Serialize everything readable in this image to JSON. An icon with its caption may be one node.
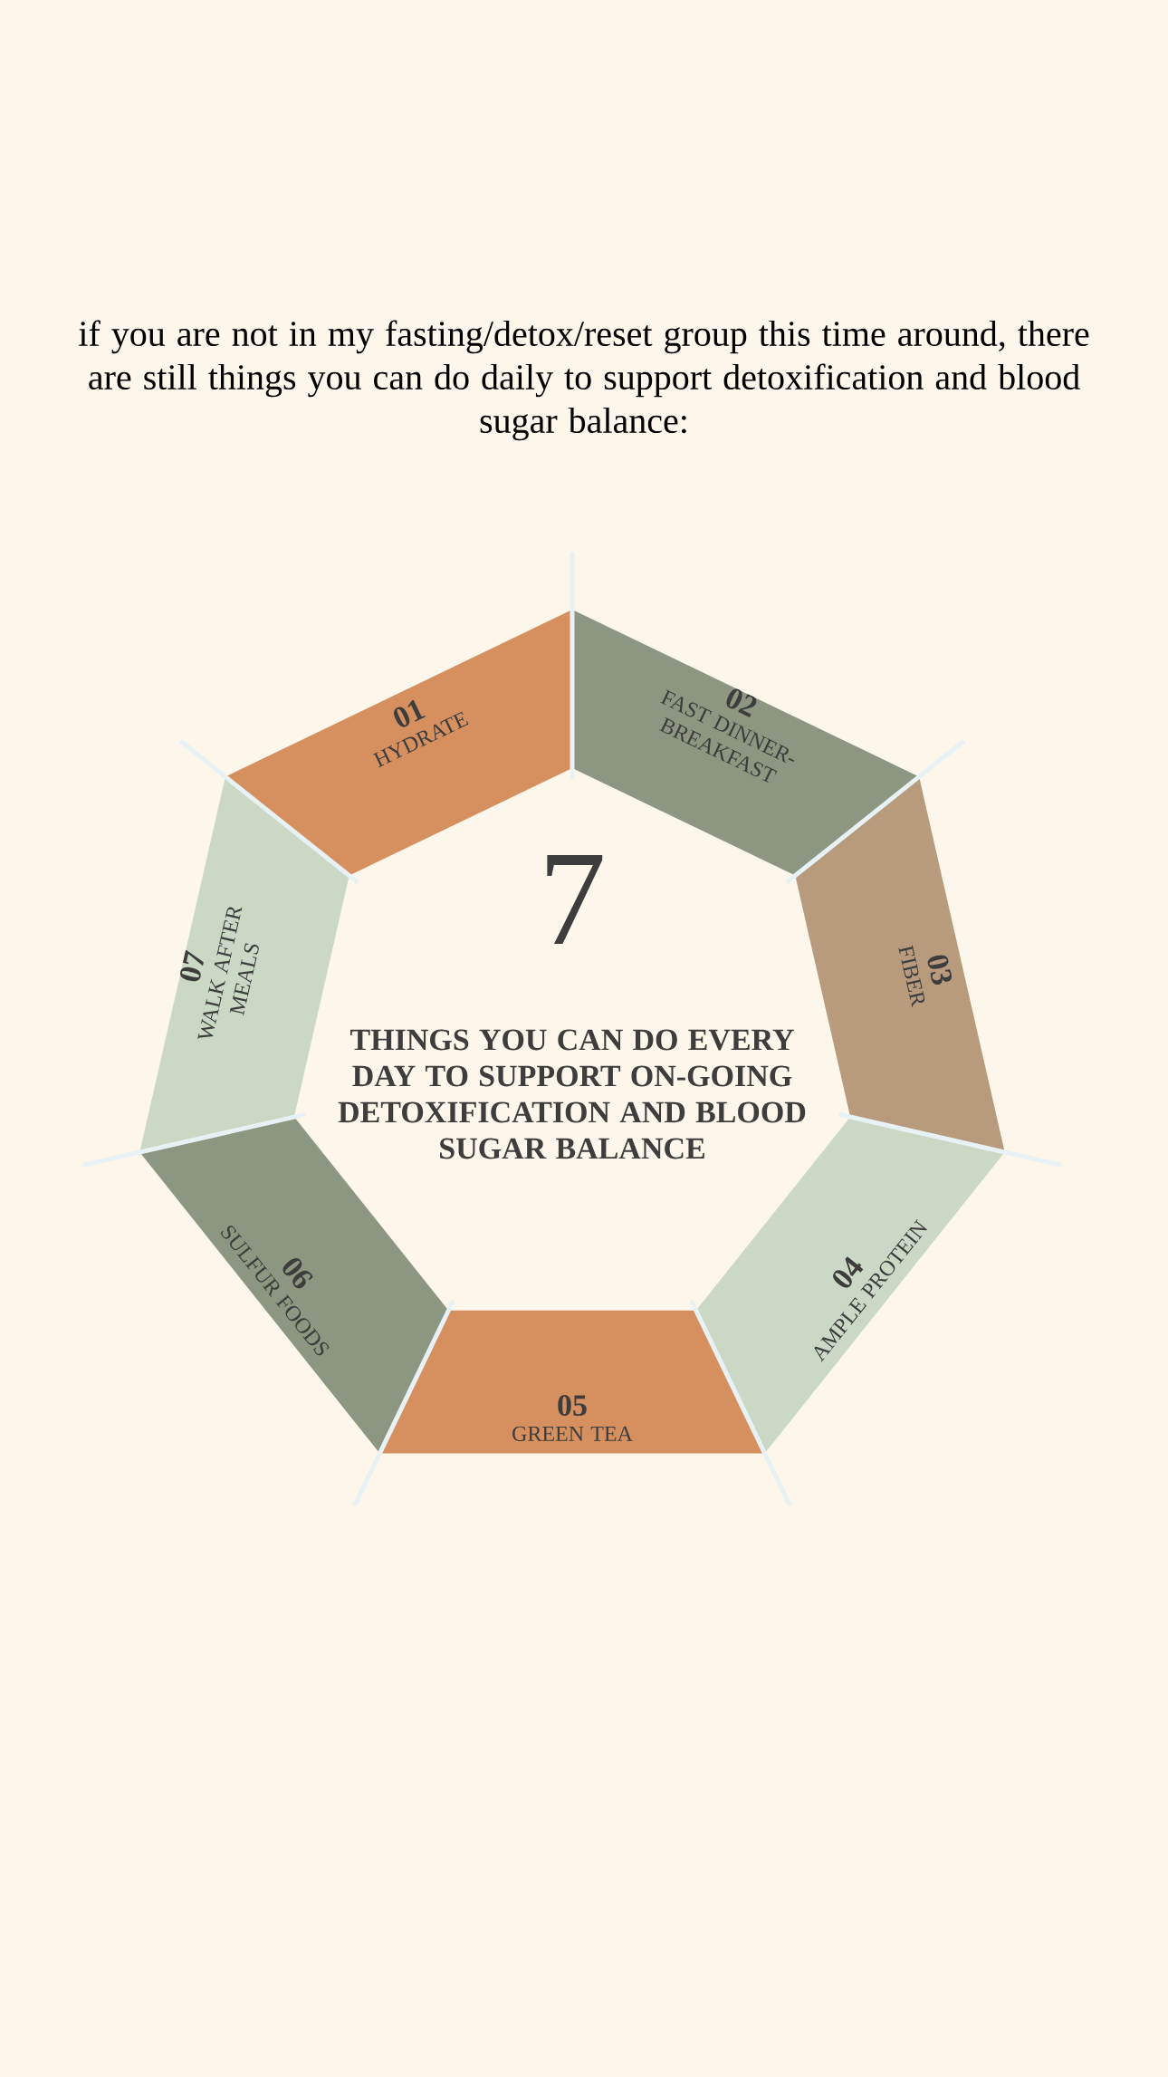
{
  "diagram": {
    "title": "if you are not in my fasting/detox/reset group this time around, there are still things you can do daily to support detoxification and blood sugar balance:",
    "nodes": [
      {
        "text": [
          "01",
          "HYDRATE"
        ]
      },
      {
        "text": [
          "02",
          "FAST DINNER-BREAKFAST"
        ]
      },
      {
        "text": [
          "03",
          "FIBER"
        ]
      },
      {
        "text": [
          "04",
          "AMPLE PROTEIN"
        ]
      },
      {
        "text": [
          "05",
          "GREEN TEA"
        ]
      },
      {
        "text": [
          "06",
          "SULFUR FOODS"
        ]
      },
      {
        "text": [
          "07",
          "WALK AFTER MEALS"
        ]
      }
    ],
    "labels": [
      "7",
      "THINGS YOU CAN DO EVERY DAY TO SUPPORT ON-GOING DETOXIFICATION AND BLOOD SUGAR BALANCE"
    ]
  }
}
